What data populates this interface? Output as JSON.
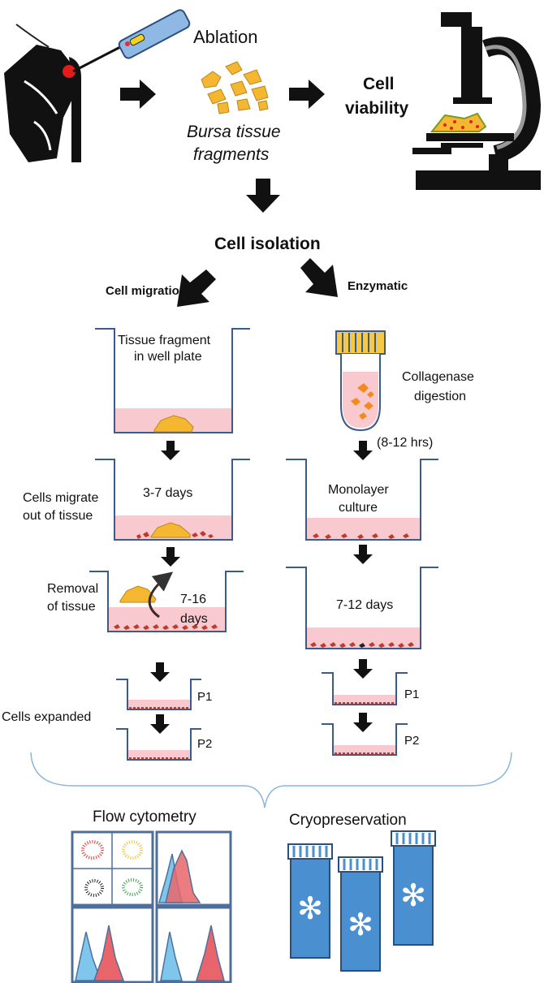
{
  "labels": {
    "ablation": "Ablation",
    "bursa_fragments_line1": "Bursa tissue",
    "bursa_fragments_line2": "fragments",
    "cell_viability_line1": "Cell",
    "cell_viability_line2": "viability",
    "cell_isolation": "Cell isolation",
    "cell_migration": "Cell migration",
    "enzymatic": "Enzymatic",
    "tissue_fragment_line1": "Tissue fragment",
    "tissue_fragment_line2": "in well plate",
    "collagenase_line1": "Collagenase",
    "collagenase_line2": "digestion",
    "hrs": "(8-12 hrs)",
    "cells_migrate_line1": "Cells migrate",
    "cells_migrate_line2": "out of tissue",
    "days_3_7": "3-7 days",
    "monolayer_line1": "Monolayer",
    "monolayer_line2": "culture",
    "removal_line1": "Removal",
    "removal_line2": "of tissue",
    "days_7_16_line1": "7-16",
    "days_7_16_line2": "days",
    "days_7_12": "7-12 days",
    "p1_left": "P1",
    "p2_left": "P2",
    "p1_right": "P1",
    "p2_right": "P2",
    "cells_expanded": "Cells expanded",
    "flow_cytometry": "Flow cytometry",
    "cryopreservation": "Cryopreservation"
  },
  "colors": {
    "fragment": "#f5b731",
    "medium": "#f8c9cf",
    "cells": "#c0392b",
    "vial": "#4a8fd0",
    "histo_blue": "#7fc6ec",
    "histo_red": "#e8666b"
  }
}
